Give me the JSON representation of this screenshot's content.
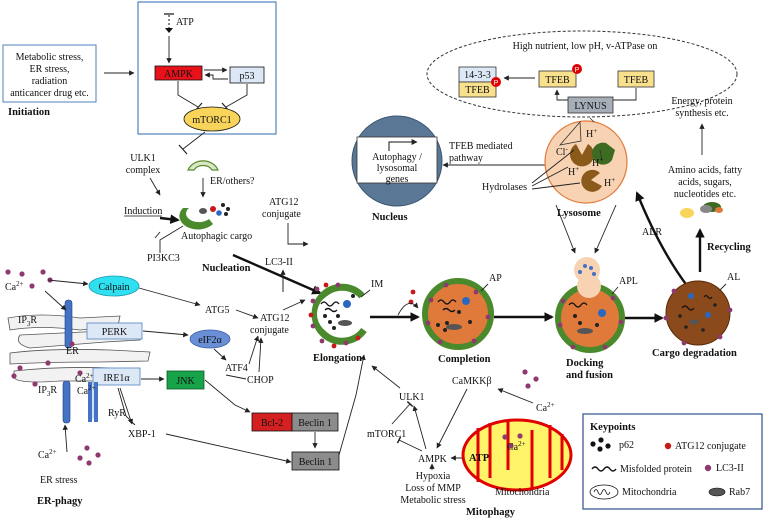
{
  "initiation": {
    "stress_lines": [
      "Metabolic stress,",
      "ER stress,",
      "radiation",
      "anticancer drug etc."
    ],
    "title": "Initiation",
    "atp": "ATP",
    "ampk": "AMPK",
    "p53": "p53",
    "mtorc1": "mTORC1",
    "ulk1_lines": [
      "ULK1",
      "complex"
    ],
    "induction": "Induction"
  },
  "nucleation": {
    "er_others": "ER/others?",
    "cargo": "Autophagic cargo",
    "pi3kc3": "PI3KC3",
    "title": "Nucleation"
  },
  "lysosome": {
    "condition": "High nutrient, low pH, v-ATPase on",
    "p14": "14-3-3",
    "tfeb": "TFEB",
    "p": "P",
    "lynus": "LYNUS",
    "tfeb_pathway_lines": [
      "TFEB mediated",
      "pathway"
    ],
    "genes_lines": [
      "Autophagy /",
      "lysosomal",
      "genes"
    ],
    "nucleus": "Nucleus",
    "cl": "Cl",
    "h": "H",
    "plus": "+",
    "minus": "-",
    "hydrolases": "Hydrolases",
    "title": "Lysosome"
  },
  "recycling": {
    "energy_lines": [
      "Energy, protein",
      "synthesis etc."
    ],
    "amino_lines": [
      "Amino acids, fatty",
      "acids, sugars,",
      "nucleotides etc."
    ],
    "alr": "ALR",
    "title": "Recycling",
    "al": "AL",
    "cargo_degradation": "Cargo degradation"
  },
  "stages": {
    "atg12_lines": [
      "ATG12",
      "conjugate"
    ],
    "lc3": "LC3-II",
    "im": "IM",
    "elongation": "Elongation",
    "ap": "AP",
    "completion": "Completion",
    "apl": "APL",
    "docking_lines": [
      "Docking",
      "and fusion"
    ]
  },
  "er_phagy": {
    "ca": "Ca",
    "sup2": "2+",
    "calpain": "Calpain",
    "atg5": "ATG5",
    "ip3r": "IP",
    "sub3": "3",
    "r": "R",
    "perk": "PERK",
    "eif2a": "eIF2α",
    "atf4": "ATF4",
    "atg12_lines": [
      "ATG12",
      "conjugate"
    ],
    "er": "ER",
    "ire1a": "IRE1α",
    "jnk": "JNK",
    "chop": "CHOP",
    "ryr": "RyR",
    "xbp1": "XBP-1",
    "bcl2": "Bcl-2",
    "beclin1": "Beclin 1",
    "er_stress": "ER stress",
    "title": "ER-phagy"
  },
  "mitophagy": {
    "ulk1": "ULK1",
    "camkkb": "CaMKKβ",
    "mtorc1": "mTORC1",
    "ampk": "AMPK",
    "atp": "ATP",
    "stress_lines": [
      "Hypoxia",
      "Loss of MMP",
      "Metabolic stress"
    ],
    "mitochondria": "Mitochondria",
    "title": "Mitophagy"
  },
  "keypoints": {
    "title": "Keypoints",
    "items": [
      "p62",
      "ATG12 conjugate",
      "Misfolded protein",
      "LC3-II",
      "Mitochondria",
      "Rab7"
    ]
  },
  "colors": {
    "ampk": "#e8121a",
    "mtorc1": "#f9d45b",
    "p53": "#dde8f6",
    "calpain": "#2ee0f0",
    "eif2a": "#6a8fd6",
    "jnk": "#17a34a",
    "bcl2": "#d42020",
    "beclin": "#8c8c8c",
    "membrane": "#4a8a2c",
    "lumen": "#e07a3a",
    "lysosome": "#f8d3b3",
    "nucleus": "#5a7896",
    "tfeb": "#f8e08c",
    "lc3": "#8e3a6e",
    "atg12": "#c8181a",
    "mito": "#e00000",
    "mito_fill": "#fff36a"
  }
}
